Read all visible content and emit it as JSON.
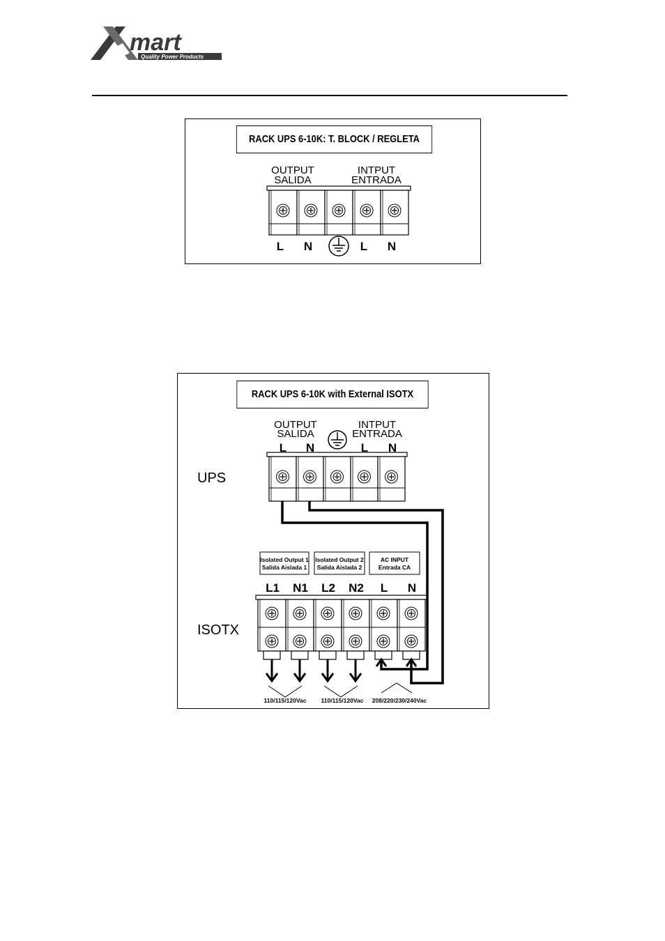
{
  "logo": {
    "brand": "Xmart",
    "tagline": "Quality Power Products"
  },
  "diagram1": {
    "title": "RACK UPS 6-10K:  T. BLOCK / REGLETA",
    "output_label": "OUTPUT",
    "output_label_es": "SALIDA",
    "input_label": "INTPUT",
    "input_label_es": "ENTRADA",
    "terminals": [
      "L",
      "N",
      "",
      "L",
      "N"
    ]
  },
  "diagram2": {
    "title": "RACK UPS 6-10K with External ISOTX",
    "output_label": "OUTPUT",
    "output_label_es": "SALIDA",
    "input_label": "INTPUT",
    "input_label_es": "ENTRADA",
    "ups_terminals": [
      "L",
      "N",
      "L",
      "N"
    ],
    "ups_label": "UPS",
    "isotx_label": "ISOTX",
    "groups": [
      {
        "line1": "Isolated Output 1",
        "line2": "Salida Aislada 1"
      },
      {
        "line1": "Isolated Output 2",
        "line2": "Salida Aislada 2"
      },
      {
        "line1": "AC INPUT",
        "line2": "Entrada CA"
      }
    ],
    "isotx_terminals": [
      "L1",
      "N1",
      "L2",
      "N2",
      "L",
      "N"
    ],
    "voltages": [
      "110/115/120Vac",
      "110/115/120Vac",
      "208/220/230/240Vac"
    ]
  }
}
